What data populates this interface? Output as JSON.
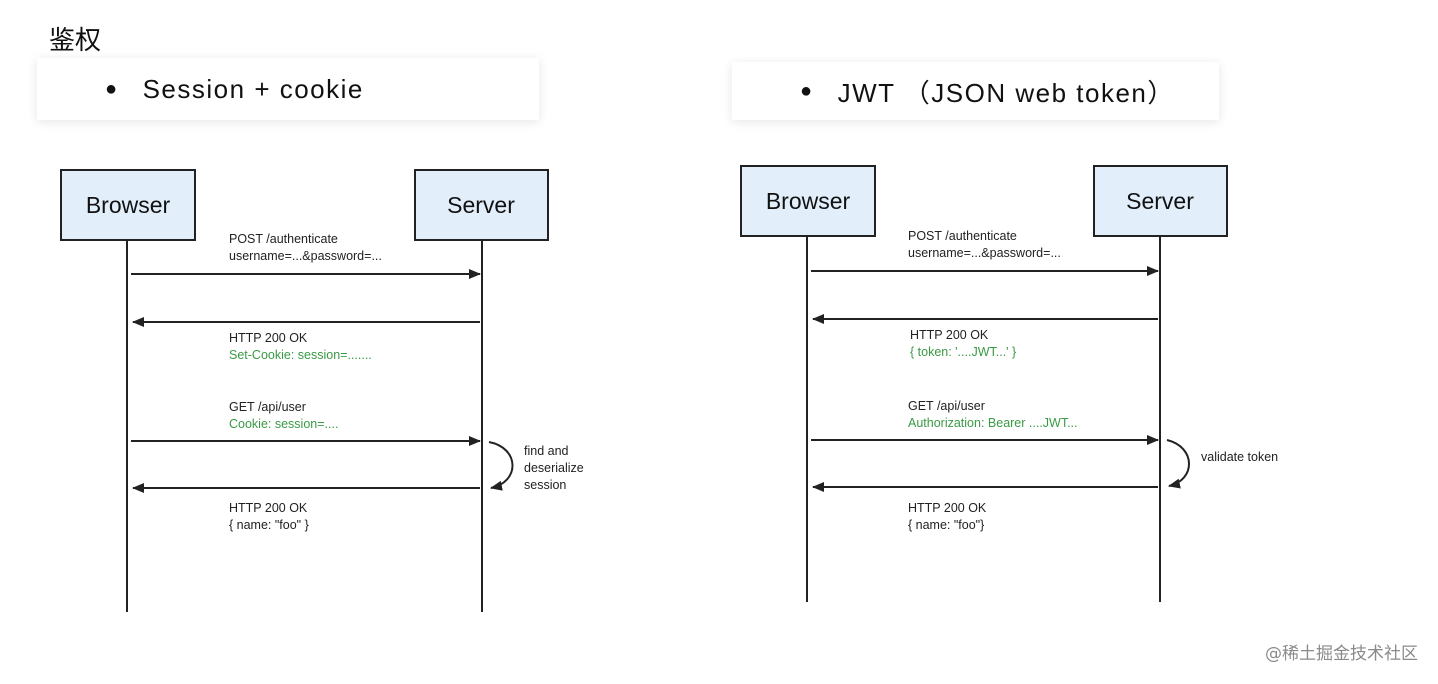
{
  "title": "鉴权",
  "left_bullet": "Session + cookie",
  "right_bullet": "JWT （JSON web token）",
  "site_watermark": "@稀土掘金技术社区",
  "session_diagram": {
    "actor_left": "Browser",
    "actor_right": "Server",
    "msg1_line1": "POST /authenticate",
    "msg1_line2": "username=...&password=...",
    "msg2_line1": "HTTP 200 OK",
    "msg2_line2": "Set-Cookie: session=.......",
    "msg3_line1": "GET /api/user",
    "msg3_line2": "Cookie: session=....",
    "note_line1": "find and",
    "note_line2": "deserialize",
    "note_line3": "session",
    "msg4_line1": "HTTP 200 OK",
    "msg4_line2": "{ name: \"foo\" }"
  },
  "jwt_diagram": {
    "actor_left": "Browser",
    "actor_right": "Server",
    "msg1_line1": "POST /authenticate",
    "msg1_line2": "username=...&password=...",
    "msg2_line1": "HTTP 200 OK",
    "msg2_line2": "{ token: '....JWT...' }",
    "msg3_line1": "GET /api/user",
    "msg3_line2": "Authorization: Bearer ....JWT...",
    "note_line1": "validate token",
    "msg4_line1": "HTTP 200 OK",
    "msg4_line2": "{ name: \"foo\"}"
  },
  "colors": {
    "actor_fill": "#e3eefb",
    "green_text": "#3a9a45",
    "line": "#222222"
  }
}
